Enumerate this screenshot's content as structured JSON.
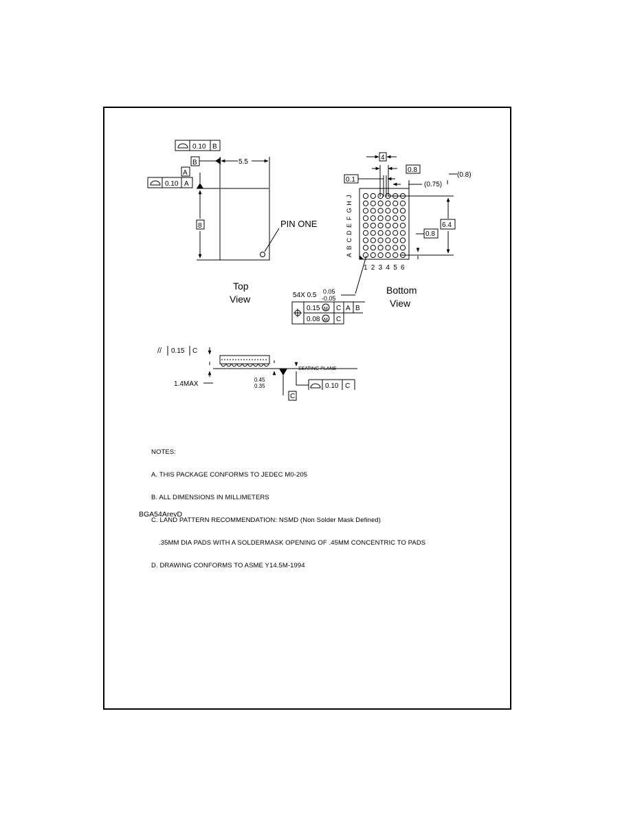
{
  "top_view": {
    "flatness_value": "0.10",
    "flatness_ref": "B",
    "datum_b": "B",
    "datum_a": "A",
    "flatness_a_value": "0.10",
    "flatness_a_ref": "A",
    "width_dim": "5.5",
    "height_dim": "8",
    "pin_one_label": "PIN ONE",
    "label_line1": "Top",
    "label_line2": "View"
  },
  "bottom_view": {
    "dim_4": "4",
    "dim_08_top": "0.8",
    "dim_01": "0.1",
    "dim_08_paren": "(0.8)",
    "dim_075_paren": "(0.75)",
    "dim_64": "6.4",
    "dim_08_side": "0.8",
    "row_letters": [
      "A",
      "B",
      "C",
      "D",
      "E",
      "F",
      "G",
      "H",
      "J"
    ],
    "col_numbers": [
      "1",
      "2",
      "3",
      "4",
      "5",
      "6"
    ],
    "ball_callout": "54X 0.5",
    "ball_tol_plus": "0.05",
    "ball_tol_minus": "-0.05",
    "fcf_row1_value": "0.15",
    "fcf_row1_datum": "C",
    "fcf_row1_ref_a": "A",
    "fcf_row1_ref_b": "B",
    "fcf_row2_value": "0.08",
    "fcf_row2_datum": "C",
    "label_line1": "Bottom",
    "label_line2": "View"
  },
  "side_view": {
    "parallel_value": "0.15",
    "parallel_datum": "C",
    "height_max": "1.4MAX",
    "standoff_max": "0.45",
    "standoff_min": "0.35",
    "seating_plane": "SEATING PLANE",
    "datum_c": "C",
    "flatness_value": "0.10",
    "flatness_datum": "C"
  },
  "notes": {
    "heading": "NOTES:",
    "note_a": "A. THIS PACKAGE CONFORMS TO JEDEC M0-205",
    "note_b": "B. ALL DIMENSIONS IN MILLIMETERS",
    "note_c1": "C. LAND PATTERN RECOMMENDATION: NSMD (Non Solder Mask Defined)",
    "note_c2": "    .35MM DIA PADS WITH A SOLDERMASK OPENING OF .45MM CONCENTRIC TO PADS",
    "note_d": "D. DRAWING CONFORMS TO ASME Y14.5M-1994"
  },
  "document_id": "BGA54ArevD"
}
